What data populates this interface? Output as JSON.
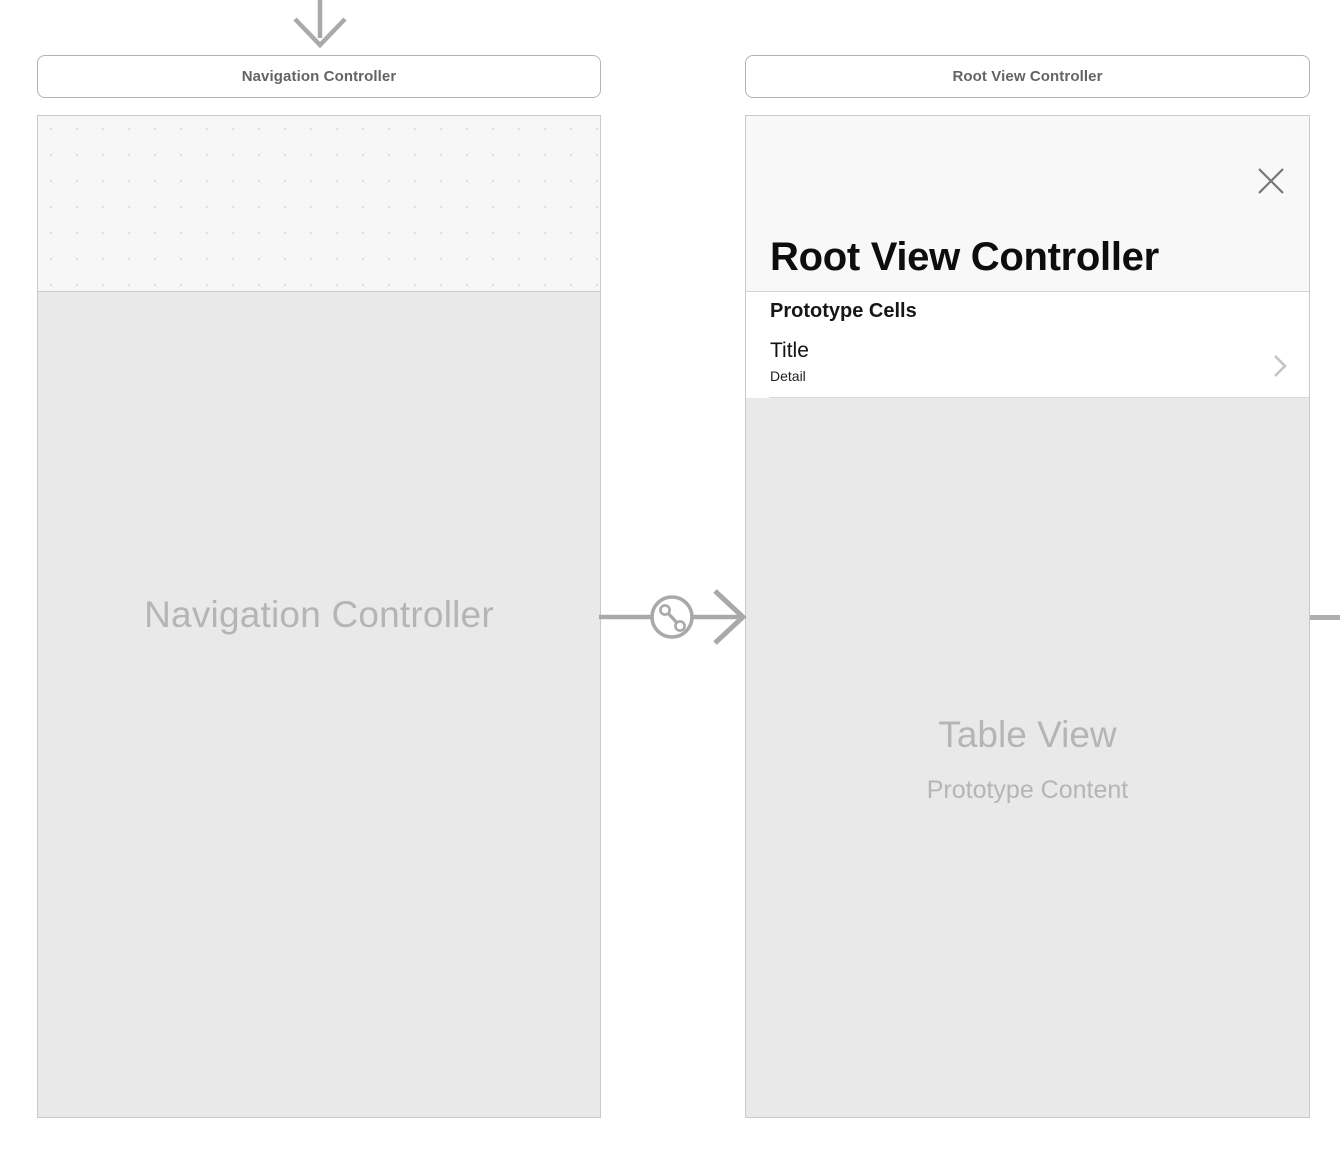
{
  "navigation_scene": {
    "title_bar_label": "Navigation Controller",
    "placeholder_label": "Navigation Controller"
  },
  "root_scene": {
    "title_bar_label": "Root View Controller",
    "header_title": "Root View Controller",
    "prototype_cells_label": "Prototype Cells",
    "cell": {
      "title": "Title",
      "detail": "Detail"
    },
    "table_placeholder": "Table View",
    "prototype_content_label": "Prototype Content"
  },
  "icons": {
    "initial_view_controller_arrow": "down-arrow",
    "segue_connector": "relationship-link-circle",
    "segue_arrowhead": "chevron-right-arrow",
    "close": "x-mark",
    "cell_disclosure": "chevron-right"
  },
  "colors": {
    "scene_body": "#e9e9e9",
    "scene_header": "#f7f7f7",
    "scene_border": "#c9c9c9",
    "title_bar_border": "#b3b3b3",
    "title_bar_text": "#646464",
    "connector_gray": "#a9a9a9",
    "placeholder_text": "#b5b5b5",
    "title_text": "#0d0d0d"
  }
}
